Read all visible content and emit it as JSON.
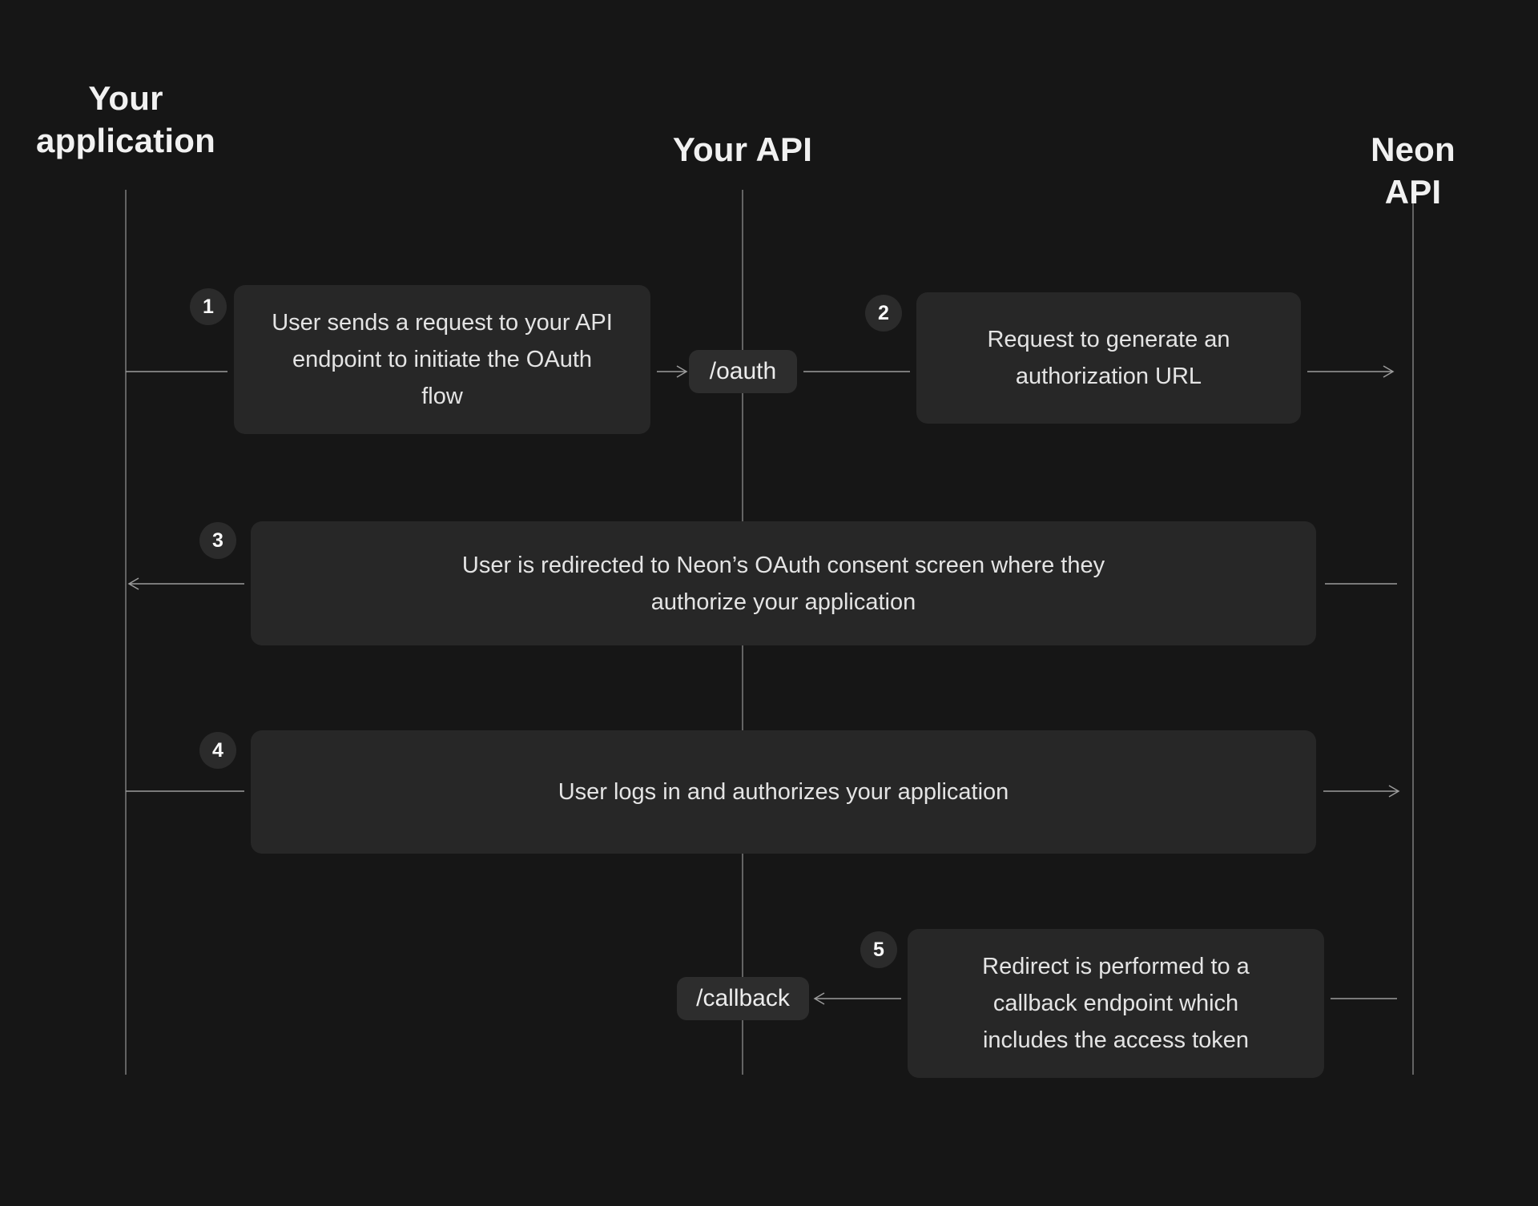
{
  "lanes": [
    {
      "id": "your-application",
      "label": "Your\napplication"
    },
    {
      "id": "your-api",
      "label": "Your API"
    },
    {
      "id": "neon-api",
      "label": "Neon API"
    }
  ],
  "endpoints": {
    "oauth": "/oauth",
    "callback": "/callback"
  },
  "steps": [
    {
      "number": "1",
      "text": "User sends a request to your API endpoint to initiate the OAuth flow"
    },
    {
      "number": "2",
      "text": "Request to generate an authorization URL"
    },
    {
      "number": "3",
      "text": "User is redirected to Neon’s OAuth consent screen where they authorize your application"
    },
    {
      "number": "4",
      "text": "User logs in and authorizes your application"
    },
    {
      "number": "5",
      "text": "Redirect is performed to a callback endpoint which includes the access token"
    }
  ],
  "colors": {
    "background": "#161616",
    "box": "#272727",
    "pill": "#2d2d2d",
    "badge": "#2b2b2b",
    "lifeline": "#7d7d7d",
    "arrow": "#9c9c9c",
    "header_text": "#f1f1f1",
    "box_text": "#e4e4e4"
  }
}
